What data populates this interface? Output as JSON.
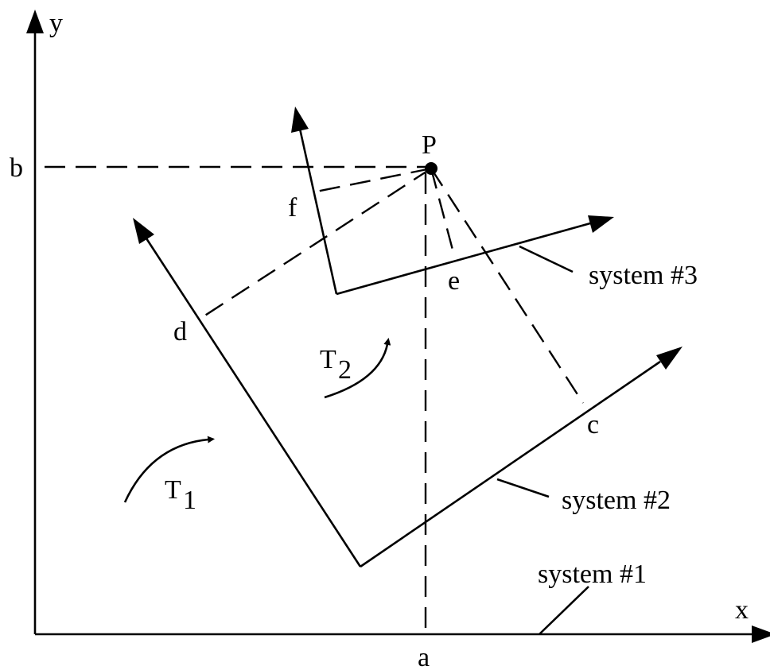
{
  "labels": {
    "y_axis": "y",
    "x_axis": "x",
    "a": "a",
    "b": "b",
    "point": "P",
    "c": "c",
    "d": "d",
    "e": "e",
    "f": "f",
    "t1_letter": "T",
    "t1_sub": "1",
    "t2_letter": "T",
    "t2_sub": "2",
    "system1": "system #1",
    "system2": "system #2",
    "system3": "system #3"
  }
}
